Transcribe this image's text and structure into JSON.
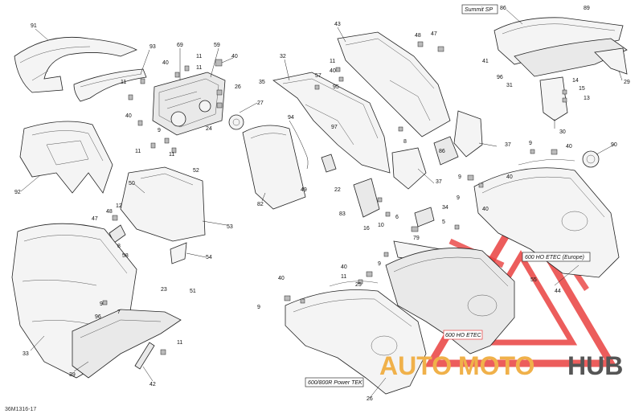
{
  "diagram": {
    "doc_id": "36M1316-17",
    "variant_labels": {
      "summit": "Summit SP",
      "europe": "600 HO ETEC (Europe)",
      "ho_etec": "600 HO ETEC",
      "power_tek": "600/800R Power TEK"
    },
    "callouts": {
      "n1": "91",
      "n2": "93",
      "n3": "69",
      "n4": "59",
      "n5": "40",
      "n6": "11",
      "n7": "40",
      "n8": "11",
      "n9": "26",
      "n10": "27",
      "n11": "40",
      "n12": "11",
      "n13": "9",
      "n14": "24",
      "n15": "11",
      "n16": "11",
      "n17": "92",
      "n18": "50",
      "n19": "52",
      "n20": "53",
      "n21": "12",
      "n22": "48",
      "n23": "47",
      "n24": "8",
      "n25": "58",
      "n26": "54",
      "n27": "23",
      "n28": "51",
      "n29": "7",
      "n30": "9",
      "n31": "96",
      "n32": "33",
      "n33": "11",
      "n34": "39",
      "n35": "42",
      "n36": "43",
      "n37": "48",
      "n38": "47",
      "n39": "32",
      "n40": "11",
      "n41": "40",
      "n42": "35",
      "n43": "57",
      "n44": "95",
      "n45": "94",
      "n46": "97",
      "n47": "8",
      "n48": "86",
      "n49": "82",
      "n50": "22",
      "n51": "49",
      "n52": "37",
      "n53": "83",
      "n54": "16",
      "n55": "10",
      "n56": "37",
      "n57": "34",
      "n58": "6",
      "n59": "79",
      "n60": "5",
      "n61": "9",
      "n62": "9",
      "n63": "40",
      "n64": "40",
      "n65": "9",
      "n66": "40",
      "n67": "11",
      "n68": "55",
      "n69": "44",
      "n70": "90",
      "n71": "40",
      "n72": "9",
      "n73": "40",
      "n74": "9",
      "n75": "25",
      "n76": "26",
      "n77": "86",
      "n78": "89",
      "n79": "41",
      "n80": "96",
      "n81": "31",
      "n82": "29",
      "n83": "14",
      "n84": "15",
      "n85": "13",
      "n86": "30"
    },
    "watermark": {
      "left": "AUTO",
      "middle": "MOTO",
      "right": "HUB"
    },
    "colors": {
      "line": "#222222",
      "watermark_red": "#e9413f",
      "watermark_orange": "#f0b14a",
      "watermark_grey": "#555555"
    }
  }
}
